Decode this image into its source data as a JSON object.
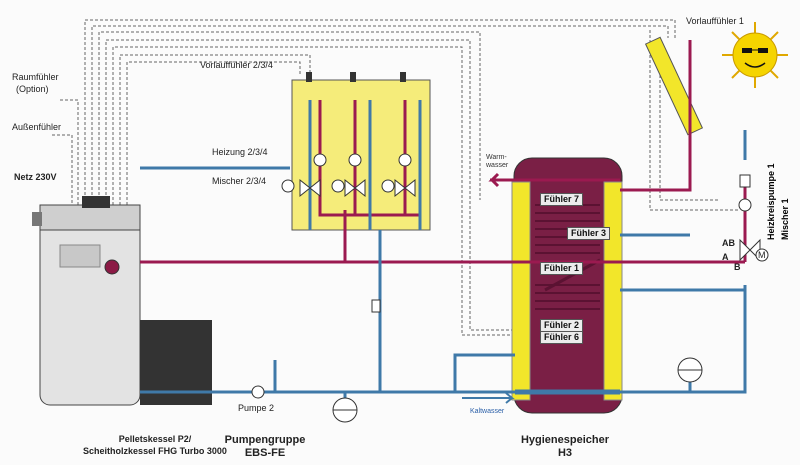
{
  "labels": {
    "raumfuehler_1": "Raumfühler",
    "raumfuehler_2": "(Option)",
    "aussenfuehler": "Außenfühler",
    "netz": "Netz 230V",
    "vorlauffuehler_234": "Vorlauffühler 2/3/4",
    "heizung_234": "Heizung 2/3/4",
    "mischer_234": "Mischer 2/3/4",
    "vorlauffuehler_1": "Vorlauffühler 1",
    "warmwasser_1": "Warm-",
    "warmwasser_2": "wasser",
    "kaltwasser": "Kaltwasser",
    "pumpe_2": "Pumpe 2",
    "heizkreispumpe": "Heizkreispumpe 1",
    "mischer_1": "Mischer 1",
    "valve_ab": "AB",
    "valve_a": "A",
    "valve_b": "B",
    "motor_m": "M"
  },
  "sensors": {
    "f7": "Fühler 7",
    "f3": "Fühler 3",
    "f1": "Fühler 1",
    "f2": "Fühler 2",
    "f6": "Fühler 6"
  },
  "captions": {
    "boiler_1": "Pelletskessel P2/",
    "boiler_2": "Scheitholzkessel FHG Turbo 3000",
    "pump_group_1": "Pumpengruppe",
    "pump_group_2": "EBS-FE",
    "storage_1": "Hygienespeicher",
    "storage_2": "H3"
  },
  "colors": {
    "supply_pipe": "#9b1a50",
    "return_pipe": "#3f79a8",
    "storage_tank": "#7a1f45",
    "pump_group_box": "#f5ec7a",
    "solar_collector": "#f2e62a",
    "sun": "#f5d400"
  }
}
